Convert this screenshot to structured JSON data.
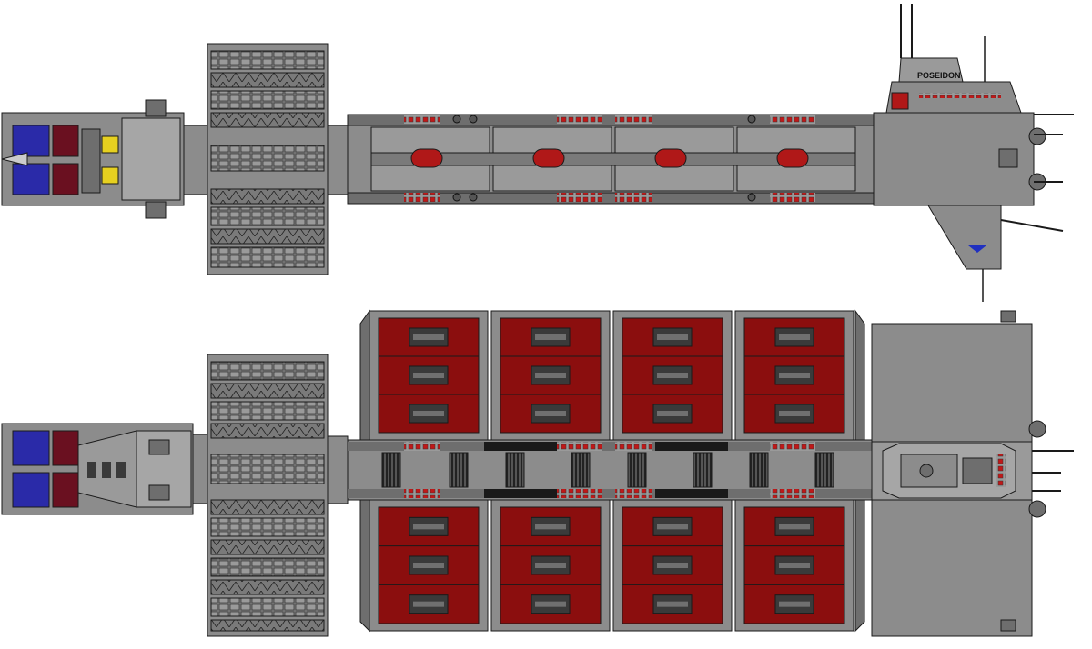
{
  "ship": {
    "name_label": "POSEIDON"
  },
  "colors": {
    "background": "#ffffff",
    "hull": "#8c8c8c",
    "hull_dark": "#6e6e6e",
    "hull_light": "#a6a6a6",
    "outline": "#1a1a1a",
    "cargo_red": "#8b0e0e",
    "cargo_red_light": "#b01818",
    "engine_blue": "#2a2aa8",
    "engine_maroon": "#6a1020",
    "accent_yellow": "#e6d020",
    "emblem_blue": "#2030c0"
  },
  "views": [
    {
      "id": "side-profile",
      "cargo_pods": 4,
      "window_ports": 4
    },
    {
      "id": "top-down",
      "cargo_pods": 8
    }
  ]
}
